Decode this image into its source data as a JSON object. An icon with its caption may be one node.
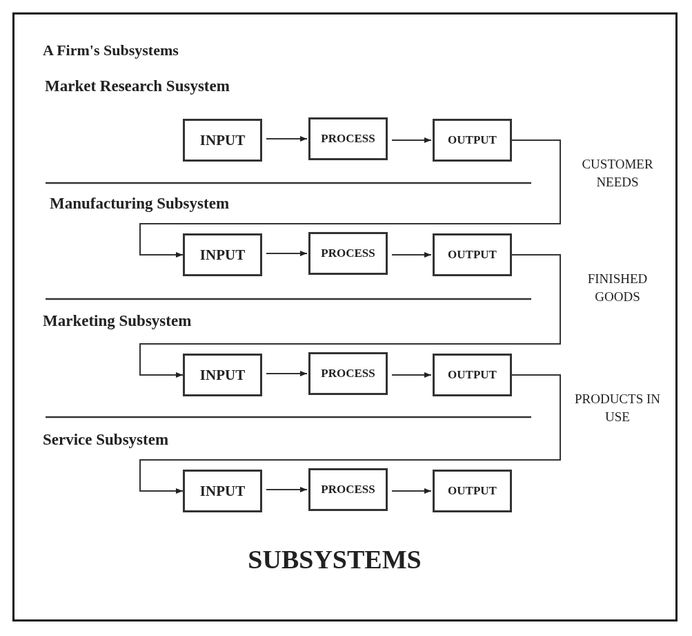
{
  "diagram": {
    "title": "A Firm's Subsystems",
    "caption": "SUBSYSTEMS",
    "nodes": [
      {
        "text": [
          "INPUT"
        ]
      },
      {
        "text": [
          "PROCESS"
        ]
      },
      {
        "text": [
          "OUTPUT"
        ]
      },
      {
        "text": [
          "INPUT"
        ]
      },
      {
        "text": [
          "PROCESS"
        ]
      },
      {
        "text": [
          "OUTPUT"
        ]
      },
      {
        "text": [
          "INPUT"
        ]
      },
      {
        "text": [
          "PROCESS"
        ]
      },
      {
        "text": [
          "OUTPUT"
        ]
      },
      {
        "text": [
          "INPUT"
        ]
      },
      {
        "text": [
          "PROCESS"
        ]
      },
      {
        "text": [
          "OUTPUT"
        ]
      }
    ],
    "edges": [
      {
        "from": 0,
        "to": 1,
        "arrow": "to"
      },
      {
        "from": 1,
        "to": 2,
        "arrow": "to"
      },
      {
        "from": 2,
        "to": 3,
        "arrow": "to",
        "label": "CUSTOMER NEEDS"
      },
      {
        "from": 3,
        "to": 4,
        "arrow": "to"
      },
      {
        "from": 4,
        "to": 5,
        "arrow": "to"
      },
      {
        "from": 5,
        "to": 6,
        "arrow": "to",
        "label": "FINISHED GOODS"
      },
      {
        "from": 6,
        "to": 7,
        "arrow": "to"
      },
      {
        "from": 7,
        "to": 8,
        "arrow": "to"
      },
      {
        "from": 8,
        "to": 9,
        "arrow": "to",
        "label": "PRODUCTS IN USE"
      },
      {
        "from": 9,
        "to": 10,
        "arrow": "to"
      },
      {
        "from": 10,
        "to": 11,
        "arrow": "to"
      }
    ],
    "labels": [
      "Market Research Susystem",
      "Manufacturing Subsystem",
      "Marketing Subsystem",
      "Service Subsystem"
    ]
  }
}
